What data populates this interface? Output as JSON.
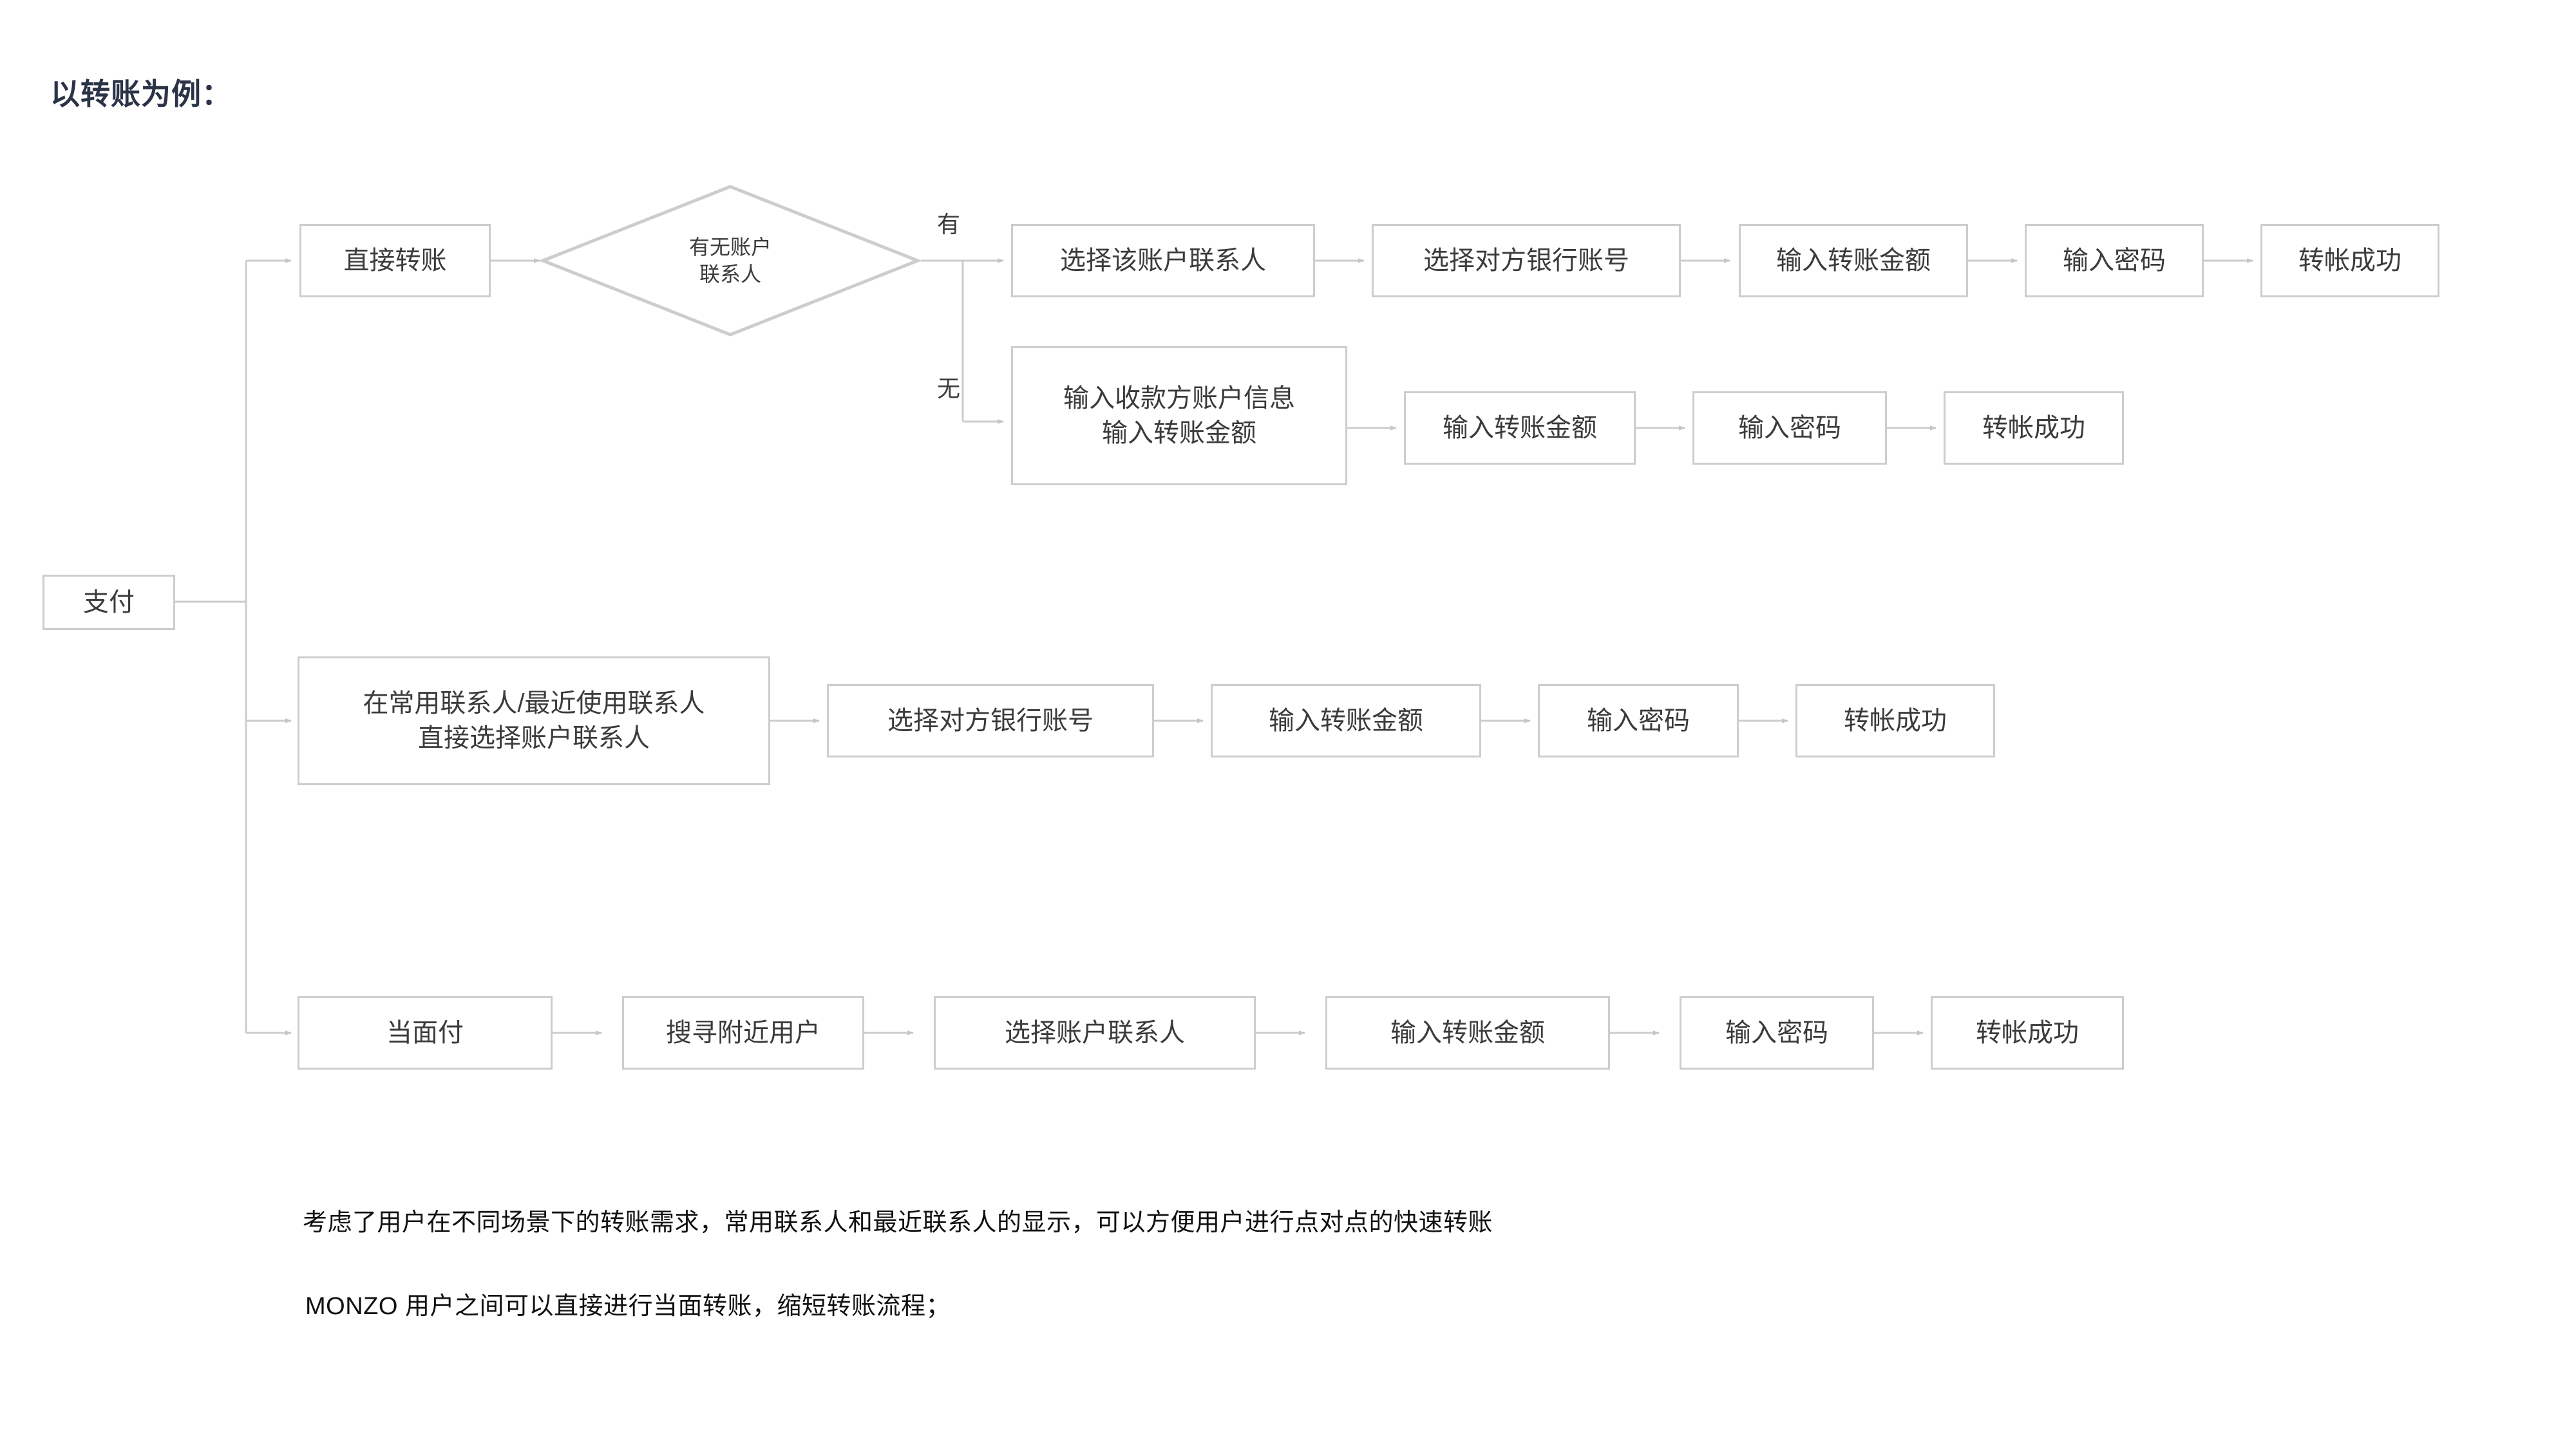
{
  "title": "以转账为例：",
  "colors": {
    "background": "#ffffff",
    "title_text": "#2b3347",
    "node_border": "#cdcdcd",
    "node_fill": "#ffffff",
    "node_text": "#3b3b3b",
    "connector": "#cccccc",
    "caption_text": "#111111"
  },
  "chart_data": {
    "type": "diagram",
    "title": "以转账为例：",
    "root": "支付",
    "branches": [
      {
        "name": "直接转账",
        "decision": "有无账户\n联系人",
        "paths": [
          {
            "label": "有",
            "steps": [
              "选择该账户联系人",
              "选择对方银行账号",
              "输入转账金额",
              "输入密码",
              "转帐成功"
            ]
          },
          {
            "label": "无",
            "steps": [
              "输入收款方账户信息\n输入转账金额",
              "输入转账金额",
              "输入密码",
              "转帐成功"
            ]
          }
        ]
      },
      {
        "name": "在常用联系人/最近使用联系人\n直接选择账户联系人",
        "paths": [
          {
            "label": "",
            "steps": [
              "选择对方银行账号",
              "输入转账金额",
              "输入密码",
              "转帐成功"
            ]
          }
        ]
      },
      {
        "name": "当面付",
        "paths": [
          {
            "label": "",
            "steps": [
              "搜寻附近用户",
              "选择账户联系人",
              "输入转账金额",
              "输入密码",
              "转帐成功"
            ]
          }
        ]
      }
    ]
  },
  "nodes": {
    "root": "支付",
    "row1": {
      "start": "直接转账",
      "decision": "有无账户\n联系人",
      "yes_label": "有",
      "no_label": "无",
      "s1": "选择该账户联系人",
      "s2": "选择对方银行账号",
      "s3": "输入转账金额",
      "s4": "输入密码",
      "s5": "转帐成功"
    },
    "row2": {
      "s1": "输入收款方账户信息\n输入转账金额",
      "s2": "输入转账金额",
      "s3": "输入密码",
      "s4": "转帐成功"
    },
    "row3": {
      "s1": "在常用联系人/最近使用联系人\n直接选择账户联系人",
      "s2": "选择对方银行账号",
      "s3": "输入转账金额",
      "s4": "输入密码",
      "s5": "转帐成功"
    },
    "row4": {
      "s1": "当面付",
      "s2": "搜寻附近用户",
      "s3": "选择账户联系人",
      "s4": "输入转账金额",
      "s5": "输入密码",
      "s6": "转帐成功"
    }
  },
  "caption": {
    "line1": "考虑了用户在不同场景下的转账需求，常用联系人和最近联系人的显示，可以方便用户进行点对点的快速转账",
    "line2": "MONZO 用户之间可以直接进行当面转账，缩短转账流程；"
  }
}
